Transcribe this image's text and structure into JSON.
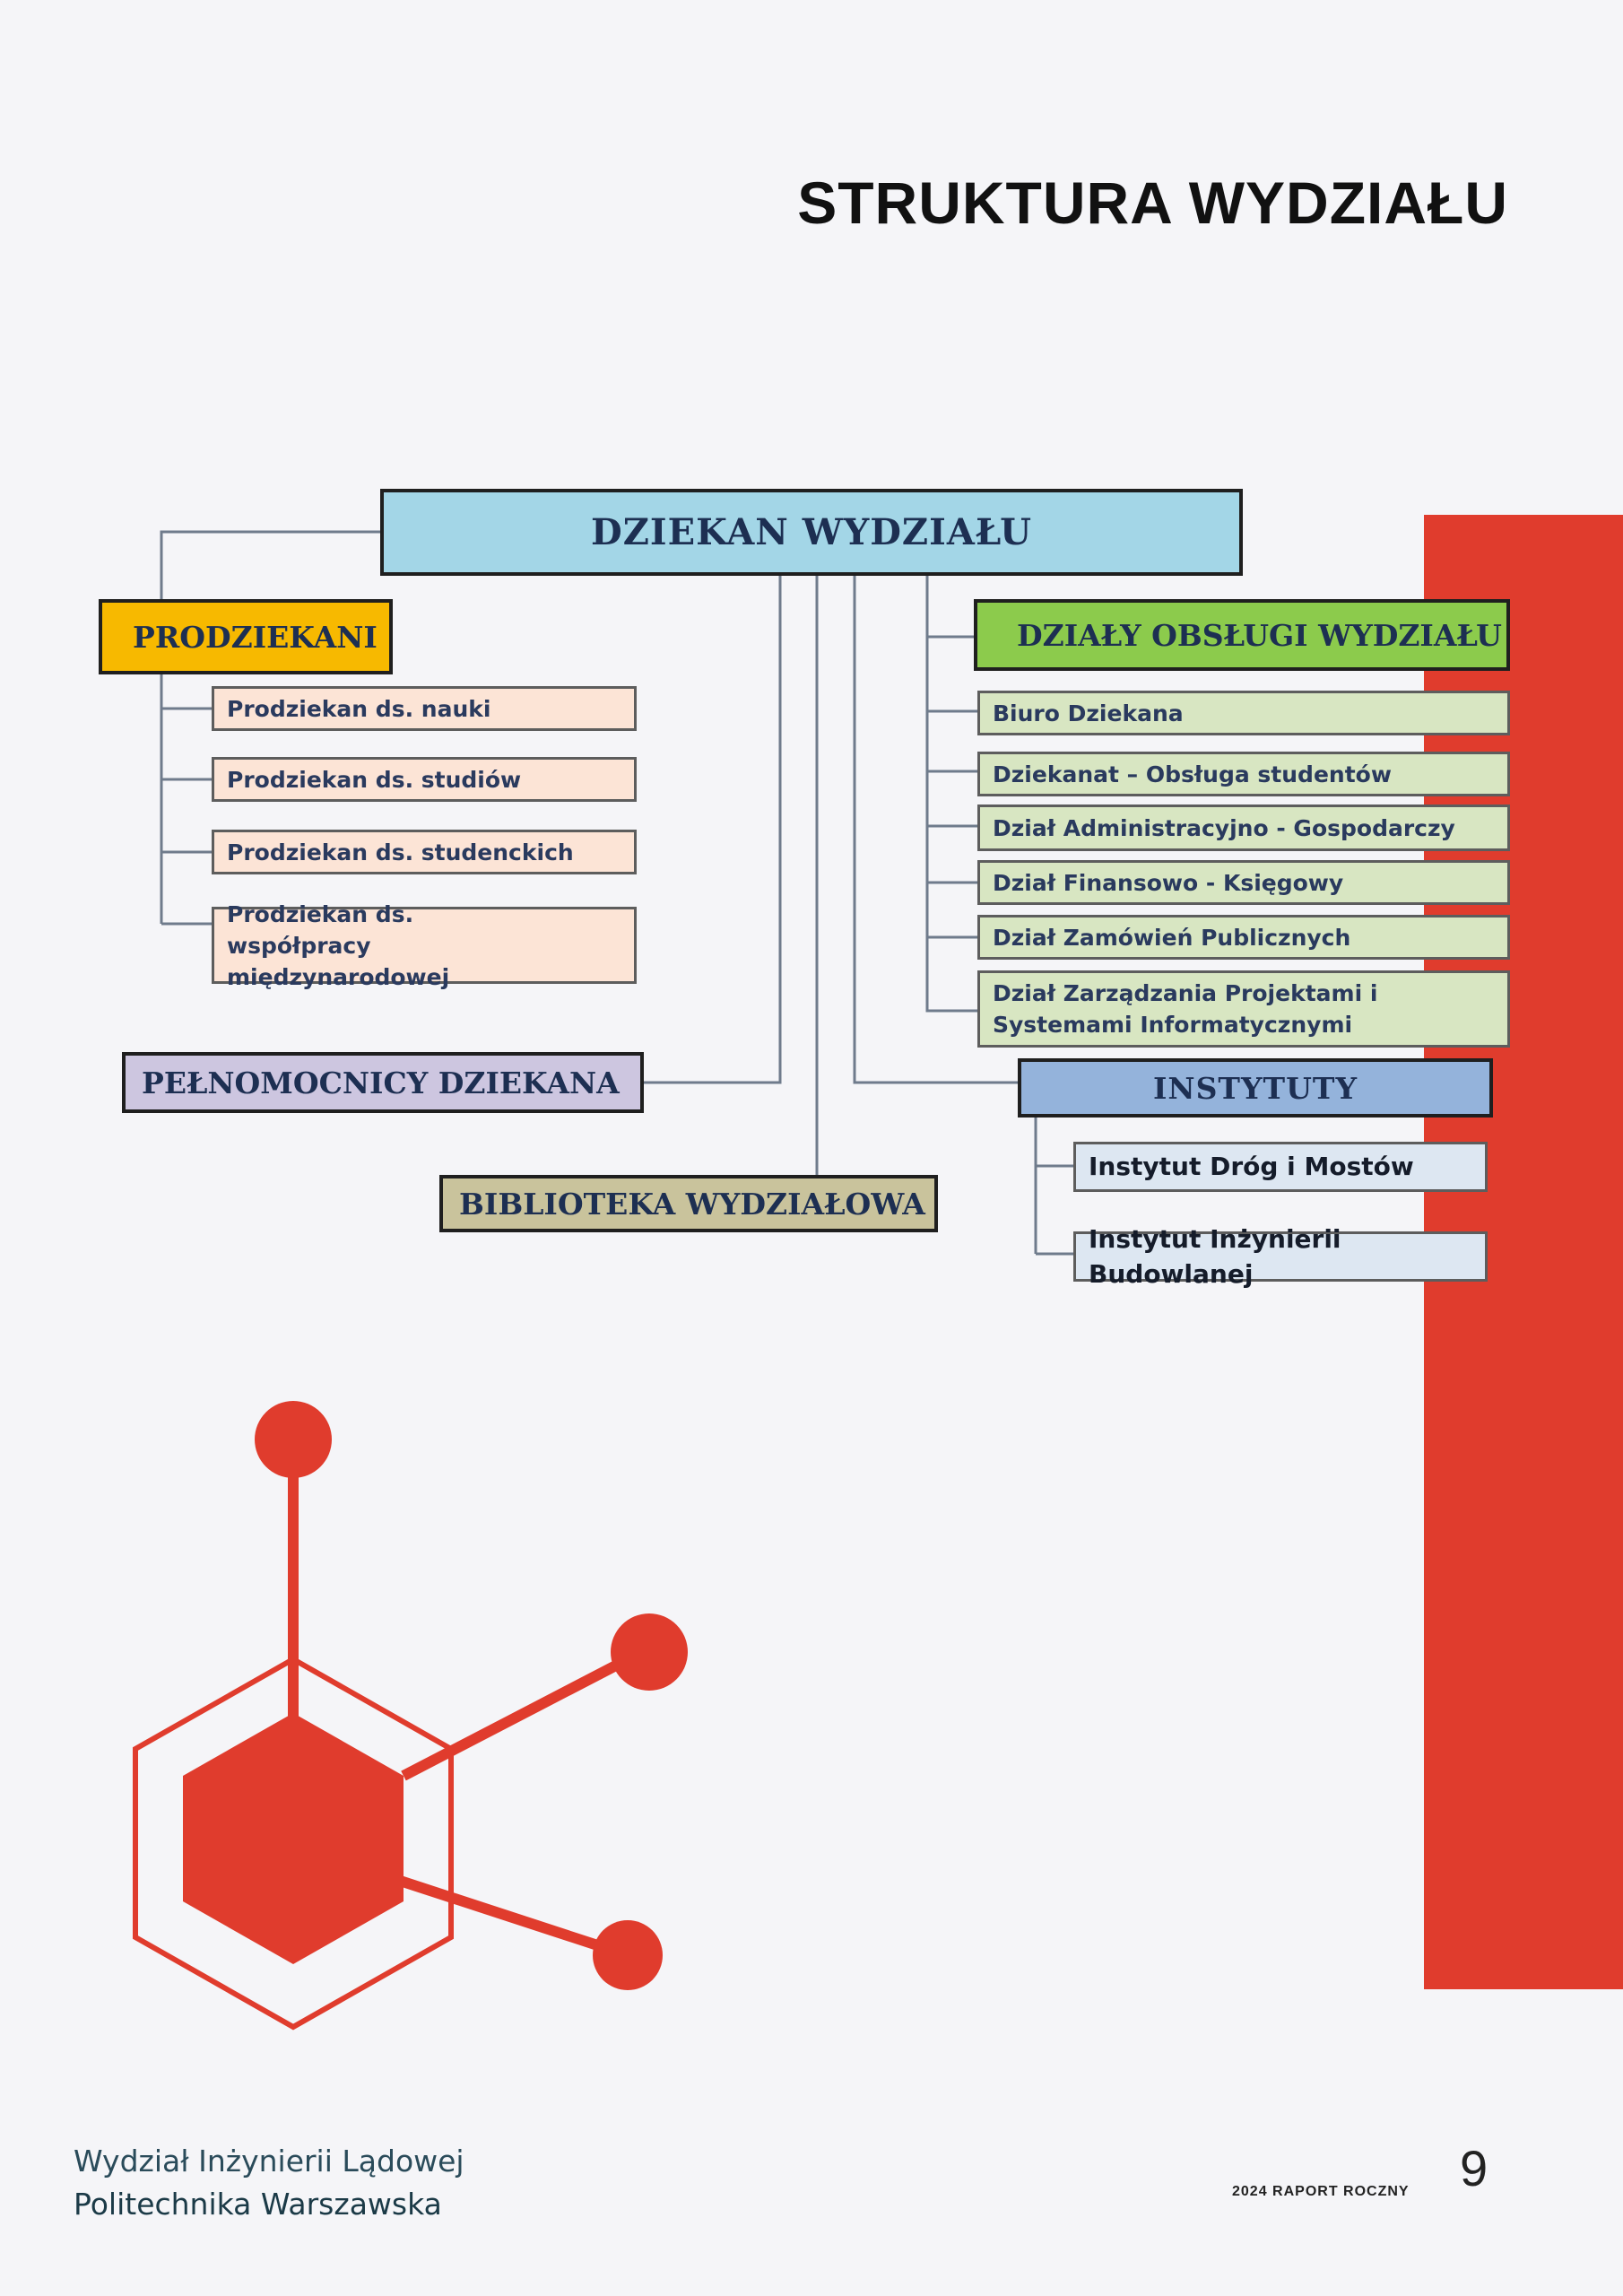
{
  "page": {
    "title": "STRUKTURA WYDZIAŁU",
    "page_number": "9"
  },
  "colors": {
    "accent_red": "#e03c2d",
    "dziekan_fill": "#a3d6e7",
    "prodziekani_fill": "#f7b900",
    "dzialy_fill": "#8ccb4c",
    "pelnomocnicy_fill": "#cdc6e0",
    "biblioteka_fill": "#c9c39c",
    "instytuty_fill": "#94b3db"
  },
  "org_chart": {
    "root": {
      "label": "DZIEKAN WYDZIAŁU"
    },
    "prodziekani": {
      "label": "PRODZIEKANI",
      "items": [
        "Prodziekan ds.  nauki",
        "Prodziekan ds. studiów",
        "Prodziekan ds. studenckich",
        "Prodziekan ds. współpracy międzynarodowej"
      ]
    },
    "dzialy": {
      "label": "DZIAŁY OBSŁUGI WYDZIAŁU",
      "items": [
        "Biuro Dziekana",
        "Dziekanat – Obsługa studentów",
        "Dział Administracyjno - Gospodarczy",
        "Dział Finansowo - Księgowy",
        "Dział Zamówień Publicznych",
        "Dział Zarządzania Projektami i Systemami Informatycznymi"
      ]
    },
    "pelnomocnicy": {
      "label": "PEŁNOMOCNICY DZIEKANA"
    },
    "biblioteka": {
      "label": "BIBLIOTEKA WYDZIAŁOWA"
    },
    "instytuty": {
      "label": "INSTYTUTY",
      "items": [
        "Instytut Dróg i Mostów",
        "Instytut Inżynierii Budowlanej"
      ]
    }
  },
  "footer": {
    "faculty": "Wydział Inżynierii Lądowej",
    "university": "Politechnika Warszawska",
    "report": "2024 RAPORT ROCZNY"
  }
}
